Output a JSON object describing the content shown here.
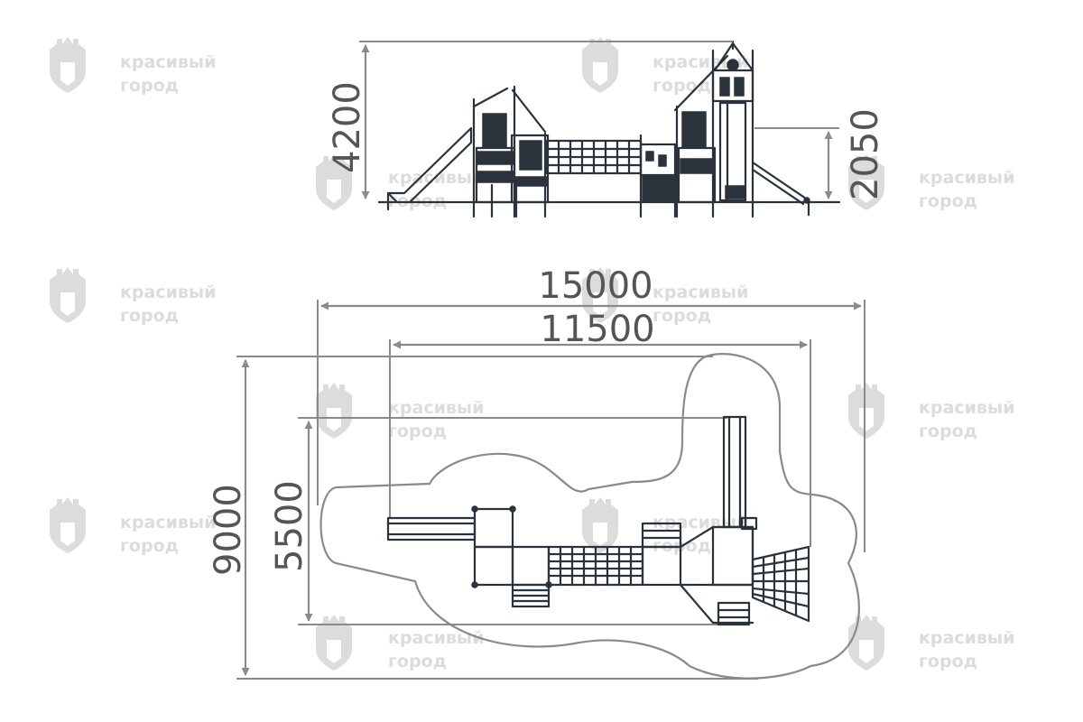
{
  "watermark": {
    "line1": "красивый",
    "line2": "город",
    "icon": "castle-shield-icon",
    "color": "#dcdcdc"
  },
  "dimensions": {
    "height_total": "4200",
    "platform_height": "2050",
    "overall_length": "15000",
    "equipment_length": "11500",
    "overall_width": "9000",
    "equipment_width": "5500"
  },
  "colors": {
    "structure": "#2a323b",
    "dimension_lines": "#8a8a8a",
    "dimension_text": "#555555"
  }
}
